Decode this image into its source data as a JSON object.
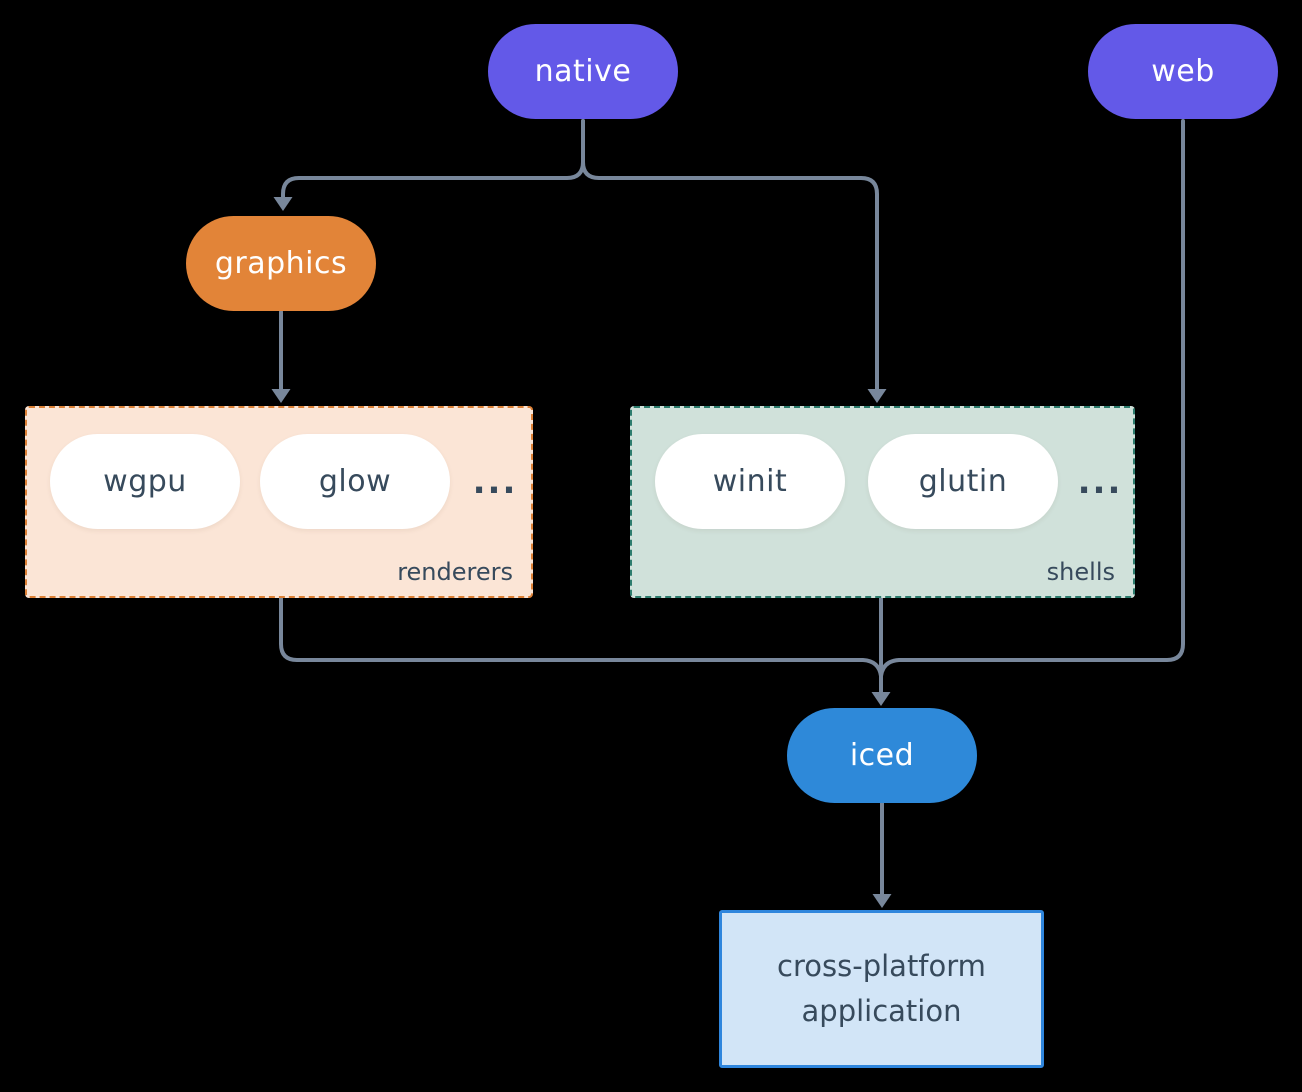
{
  "diagram": {
    "background_color": "#000000",
    "connector_color": "#78879b",
    "nodes": {
      "native": {
        "label": "native",
        "fill": "#6359e8",
        "text_color": "#ffffff"
      },
      "web": {
        "label": "web",
        "fill": "#6359e8",
        "text_color": "#ffffff"
      },
      "graphics": {
        "label": "graphics",
        "fill": "#e28438",
        "text_color": "#ffffff"
      },
      "wgpu": {
        "label": "wgpu",
        "fill": "#ffffff",
        "text_color": "#374a5c"
      },
      "glow": {
        "label": "glow",
        "fill": "#ffffff",
        "text_color": "#374a5c"
      },
      "winit": {
        "label": "winit",
        "fill": "#ffffff",
        "text_color": "#374a5c"
      },
      "glutin": {
        "label": "glutin",
        "fill": "#ffffff",
        "text_color": "#374a5c"
      },
      "iced": {
        "label": "iced",
        "fill": "#2e89d9",
        "text_color": "#ffffff"
      },
      "application": {
        "line1": "cross-platform",
        "line2": "application",
        "fill": "#d2e5f7",
        "border_color": "#2f86dd",
        "text_color": "#374a5c"
      }
    },
    "groups": {
      "renderers": {
        "label": "renderers",
        "ellipsis": "...",
        "fill": "#fbe5d6",
        "border_color": "#dd8136",
        "members": [
          "wgpu",
          "glow"
        ]
      },
      "shells": {
        "label": "shells",
        "ellipsis": "...",
        "fill": "#d0e1da",
        "border_color": "#2d7c6d",
        "members": [
          "winit",
          "glutin"
        ]
      }
    },
    "edges": [
      {
        "from": "native",
        "to": "graphics"
      },
      {
        "from": "native",
        "to": "shells"
      },
      {
        "from": "graphics",
        "to": "renderers"
      },
      {
        "from": "renderers",
        "to": "iced"
      },
      {
        "from": "shells",
        "to": "iced"
      },
      {
        "from": "web",
        "to": "iced"
      },
      {
        "from": "iced",
        "to": "application"
      }
    ]
  }
}
